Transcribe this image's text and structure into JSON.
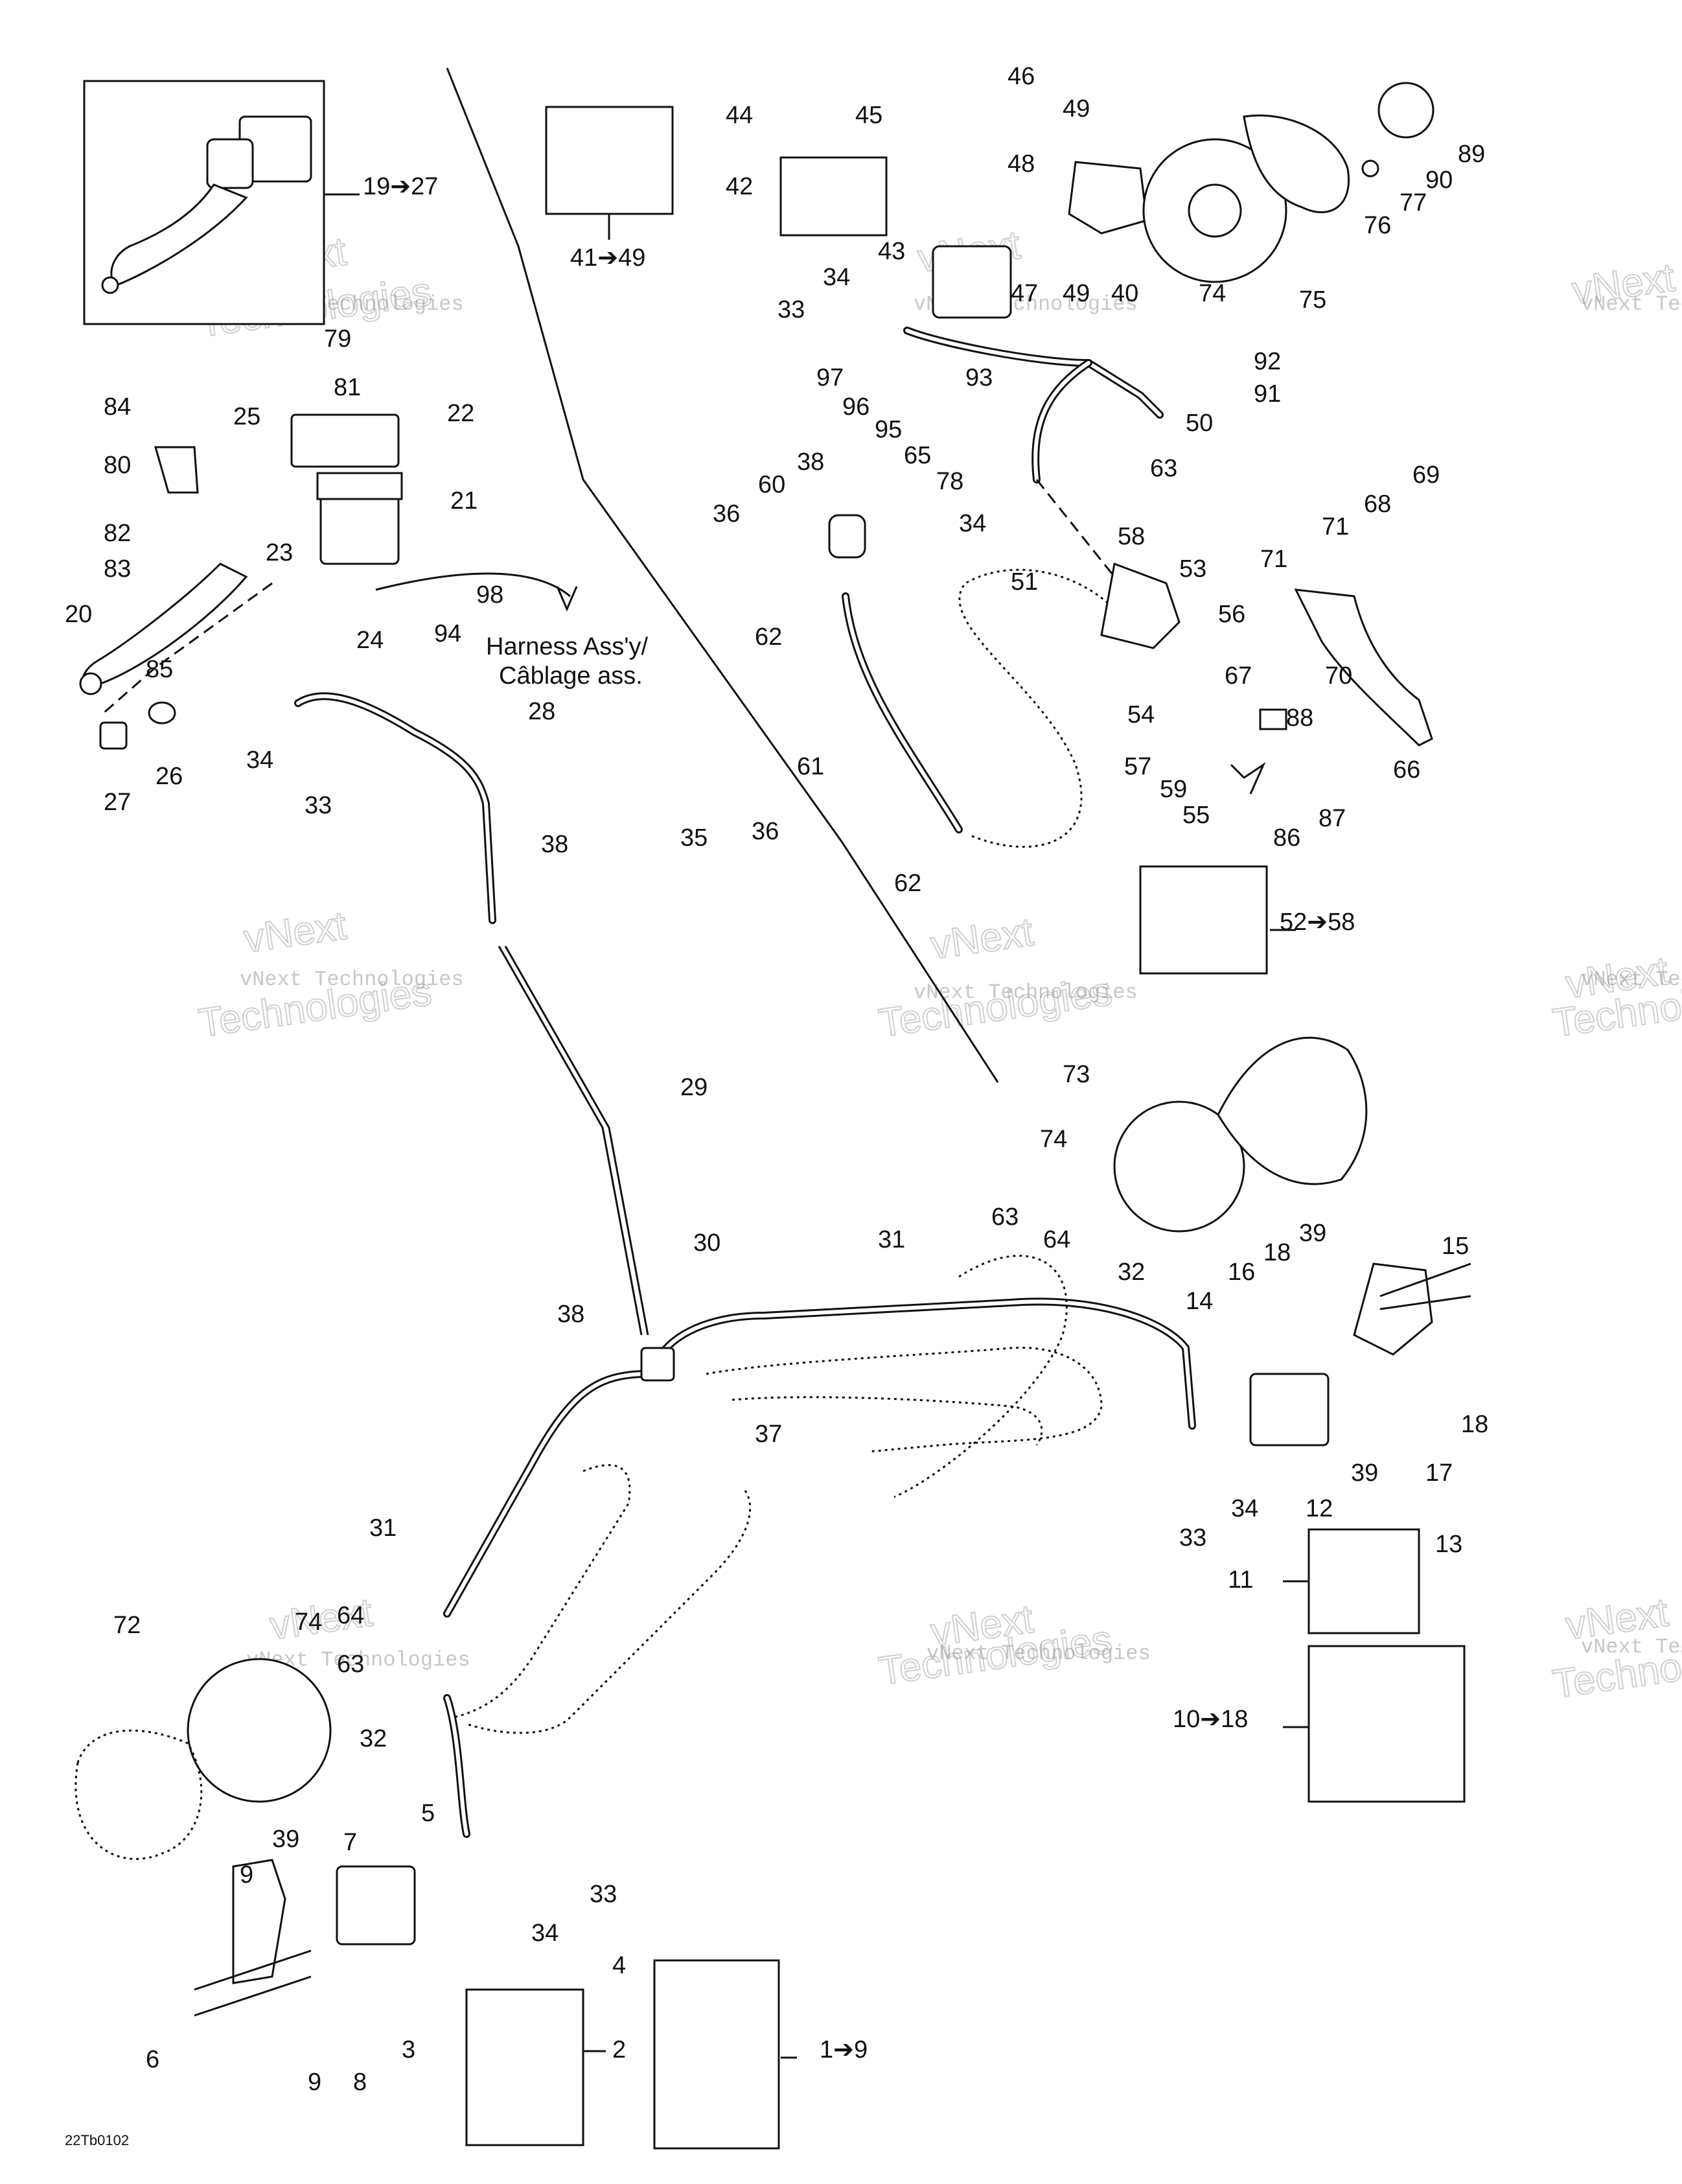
{
  "callouts": [
    {
      "text": "19➔27"
    },
    {
      "text": "41➔49"
    },
    {
      "text": "44"
    },
    {
      "text": "45"
    },
    {
      "text": "46"
    },
    {
      "text": "49"
    },
    {
      "text": "89"
    },
    {
      "text": "42"
    },
    {
      "text": "48"
    },
    {
      "text": "90"
    },
    {
      "text": "77"
    },
    {
      "text": "76"
    },
    {
      "text": "43"
    },
    {
      "text": "34"
    },
    {
      "text": "47"
    },
    {
      "text": "49"
    },
    {
      "text": "40"
    },
    {
      "text": "74"
    },
    {
      "text": "75"
    },
    {
      "text": "33"
    },
    {
      "text": "92"
    },
    {
      "text": "97"
    },
    {
      "text": "93"
    },
    {
      "text": "91"
    },
    {
      "text": "79"
    },
    {
      "text": "96"
    },
    {
      "text": "95"
    },
    {
      "text": "50"
    },
    {
      "text": "81"
    },
    {
      "text": "84"
    },
    {
      "text": "25"
    },
    {
      "text": "22"
    },
    {
      "text": "65"
    },
    {
      "text": "63"
    },
    {
      "text": "80"
    },
    {
      "text": "78"
    },
    {
      "text": "38"
    },
    {
      "text": "69"
    },
    {
      "text": "21"
    },
    {
      "text": "60"
    },
    {
      "text": "68"
    },
    {
      "text": "36"
    },
    {
      "text": "34"
    },
    {
      "text": "71"
    },
    {
      "text": "82"
    },
    {
      "text": "23"
    },
    {
      "text": "58"
    },
    {
      "text": "83"
    },
    {
      "text": "98"
    },
    {
      "text": "51"
    },
    {
      "text": "53"
    },
    {
      "text": "71"
    },
    {
      "text": "20"
    },
    {
      "text": "62"
    },
    {
      "text": "56"
    },
    {
      "text": "94"
    },
    {
      "text": "24"
    },
    {
      "text": "67"
    },
    {
      "text": "70"
    },
    {
      "text": "85"
    },
    {
      "text": "54"
    },
    {
      "text": "28"
    },
    {
      "text": "88"
    },
    {
      "text": "34"
    },
    {
      "text": "26"
    },
    {
      "text": "61"
    },
    {
      "text": "57"
    },
    {
      "text": "66"
    },
    {
      "text": "27"
    },
    {
      "text": "59"
    },
    {
      "text": "33"
    },
    {
      "text": "55"
    },
    {
      "text": "87"
    },
    {
      "text": "86"
    },
    {
      "text": "35"
    },
    {
      "text": "36"
    },
    {
      "text": "38"
    },
    {
      "text": "62"
    },
    {
      "text": "52➔58"
    },
    {
      "text": "29"
    },
    {
      "text": "73"
    },
    {
      "text": "74"
    },
    {
      "text": "63"
    },
    {
      "text": "64"
    },
    {
      "text": "30"
    },
    {
      "text": "31"
    },
    {
      "text": "39"
    },
    {
      "text": "15"
    },
    {
      "text": "32"
    },
    {
      "text": "18"
    },
    {
      "text": "16"
    },
    {
      "text": "14"
    },
    {
      "text": "38"
    },
    {
      "text": "37"
    },
    {
      "text": "18"
    },
    {
      "text": "39"
    },
    {
      "text": "17"
    },
    {
      "text": "12"
    },
    {
      "text": "34"
    },
    {
      "text": "33"
    },
    {
      "text": "31"
    },
    {
      "text": "13"
    },
    {
      "text": "11"
    },
    {
      "text": "72"
    },
    {
      "text": "74"
    },
    {
      "text": "64"
    },
    {
      "text": "63"
    },
    {
      "text": "10➔18"
    },
    {
      "text": "32"
    },
    {
      "text": "5"
    },
    {
      "text": "39"
    },
    {
      "text": "7"
    },
    {
      "text": "33"
    },
    {
      "text": "9"
    },
    {
      "text": "34"
    },
    {
      "text": "4"
    },
    {
      "text": "2"
    },
    {
      "text": "6"
    },
    {
      "text": "3"
    },
    {
      "text": "9"
    },
    {
      "text": "8"
    },
    {
      "text": "1➔9"
    }
  ],
  "annotations": {
    "harness_line1": "Harness Ass'y/",
    "harness_line2": "Câblage ass.",
    "figure_code": "22Tb0102"
  },
  "watermark": {
    "line1": "vNext Technologies",
    "line2": "Technologies",
    "vnext": "vNext"
  }
}
